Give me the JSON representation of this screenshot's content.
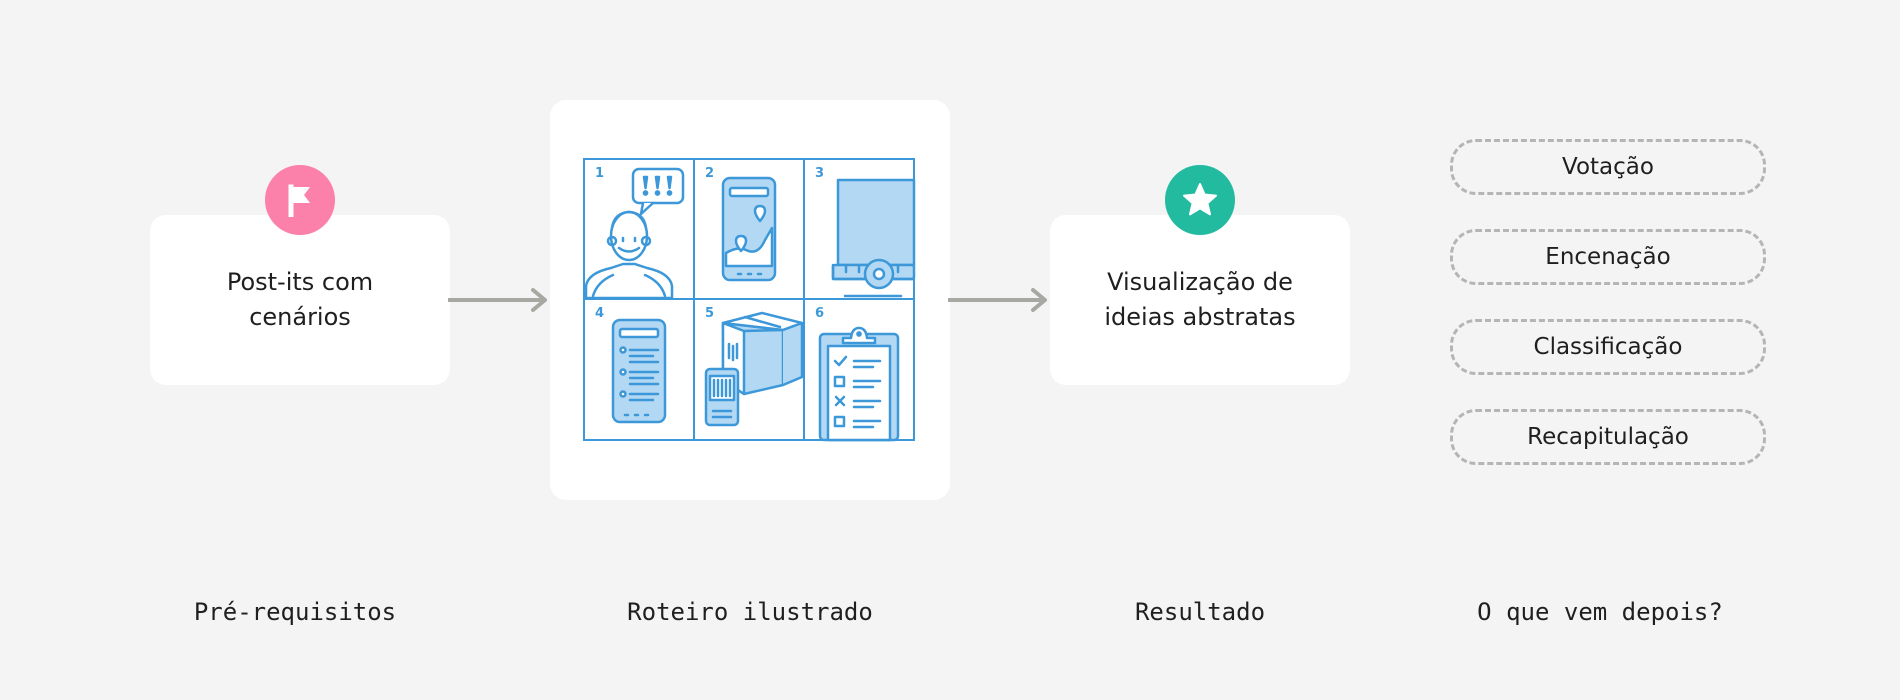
{
  "colors": {
    "background": "#f4f4f4",
    "card": "#ffffff",
    "flag_badge": "#fb80aa",
    "star_badge": "#22bb9f",
    "arrow": "#a8a8a2",
    "illustration_stroke": "#3c98d8",
    "illustration_fill": "#b3d8f3",
    "pill_border": "#b5b5b5"
  },
  "prerequisites": {
    "icon": "flag-icon",
    "card_text": "Post-its com\ncenários",
    "caption": "Pré-requisitos"
  },
  "storyboard": {
    "caption": "Roteiro ilustrado",
    "panels": [
      {
        "number": "1",
        "icon": "person-speech-bubble-icon"
      },
      {
        "number": "2",
        "icon": "phone-map-icon"
      },
      {
        "number": "3",
        "icon": "delivery-truck-icon"
      },
      {
        "number": "4",
        "icon": "phone-list-icon"
      },
      {
        "number": "5",
        "icon": "package-barcode-scan-icon"
      },
      {
        "number": "6",
        "icon": "clipboard-checklist-icon"
      }
    ]
  },
  "result": {
    "icon": "star-icon",
    "card_text": "Visualização de\nideias abstratas",
    "caption": "Resultado"
  },
  "next": {
    "caption": "O que vem depois?",
    "items": [
      "Votação",
      "Encenação",
      "Classificação",
      "Recapitulação"
    ]
  }
}
